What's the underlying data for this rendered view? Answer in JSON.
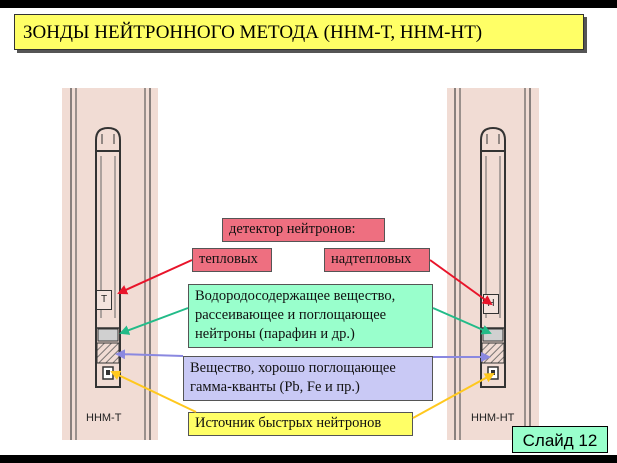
{
  "title": "ЗОНДЫ НЕЙТРОННОГО МЕТОДА (ННМ-Т, ННМ-НТ)",
  "probes": {
    "left_label": "ННМ-Т",
    "left_detector_letter": "Т",
    "right_label": "ННМ-НТ",
    "right_detector_letter": "Н"
  },
  "labels": {
    "detector_header": "детектор нейтронов:",
    "thermal": "тепловых",
    "epithermal": "надтепловых",
    "hydrogen_line1": "Водородосодержащее вещество,",
    "hydrogen_line2": "рассеивающее и поглощающее",
    "hydrogen_line3": "нейтроны (парафин и др.)",
    "gamma_line1": "Вещество, хорошо поглощающее",
    "gamma_line2": "гамма-кванты (Pb, Fe и пр.)",
    "source": "Источник быстрых нейтронов"
  },
  "slide": "Слайд 12",
  "colors": {
    "title_bg": "#ffff66",
    "detector_boxes": "#ee6f80",
    "hydrogen_box": "#99ffcc",
    "gamma_box": "#c9c9f5",
    "source_box": "#ffff66",
    "arrow_red": "#e8142a",
    "arrow_green": "#22bb88",
    "arrow_violet": "#8a88e0",
    "arrow_yellow": "#ffc81e"
  }
}
